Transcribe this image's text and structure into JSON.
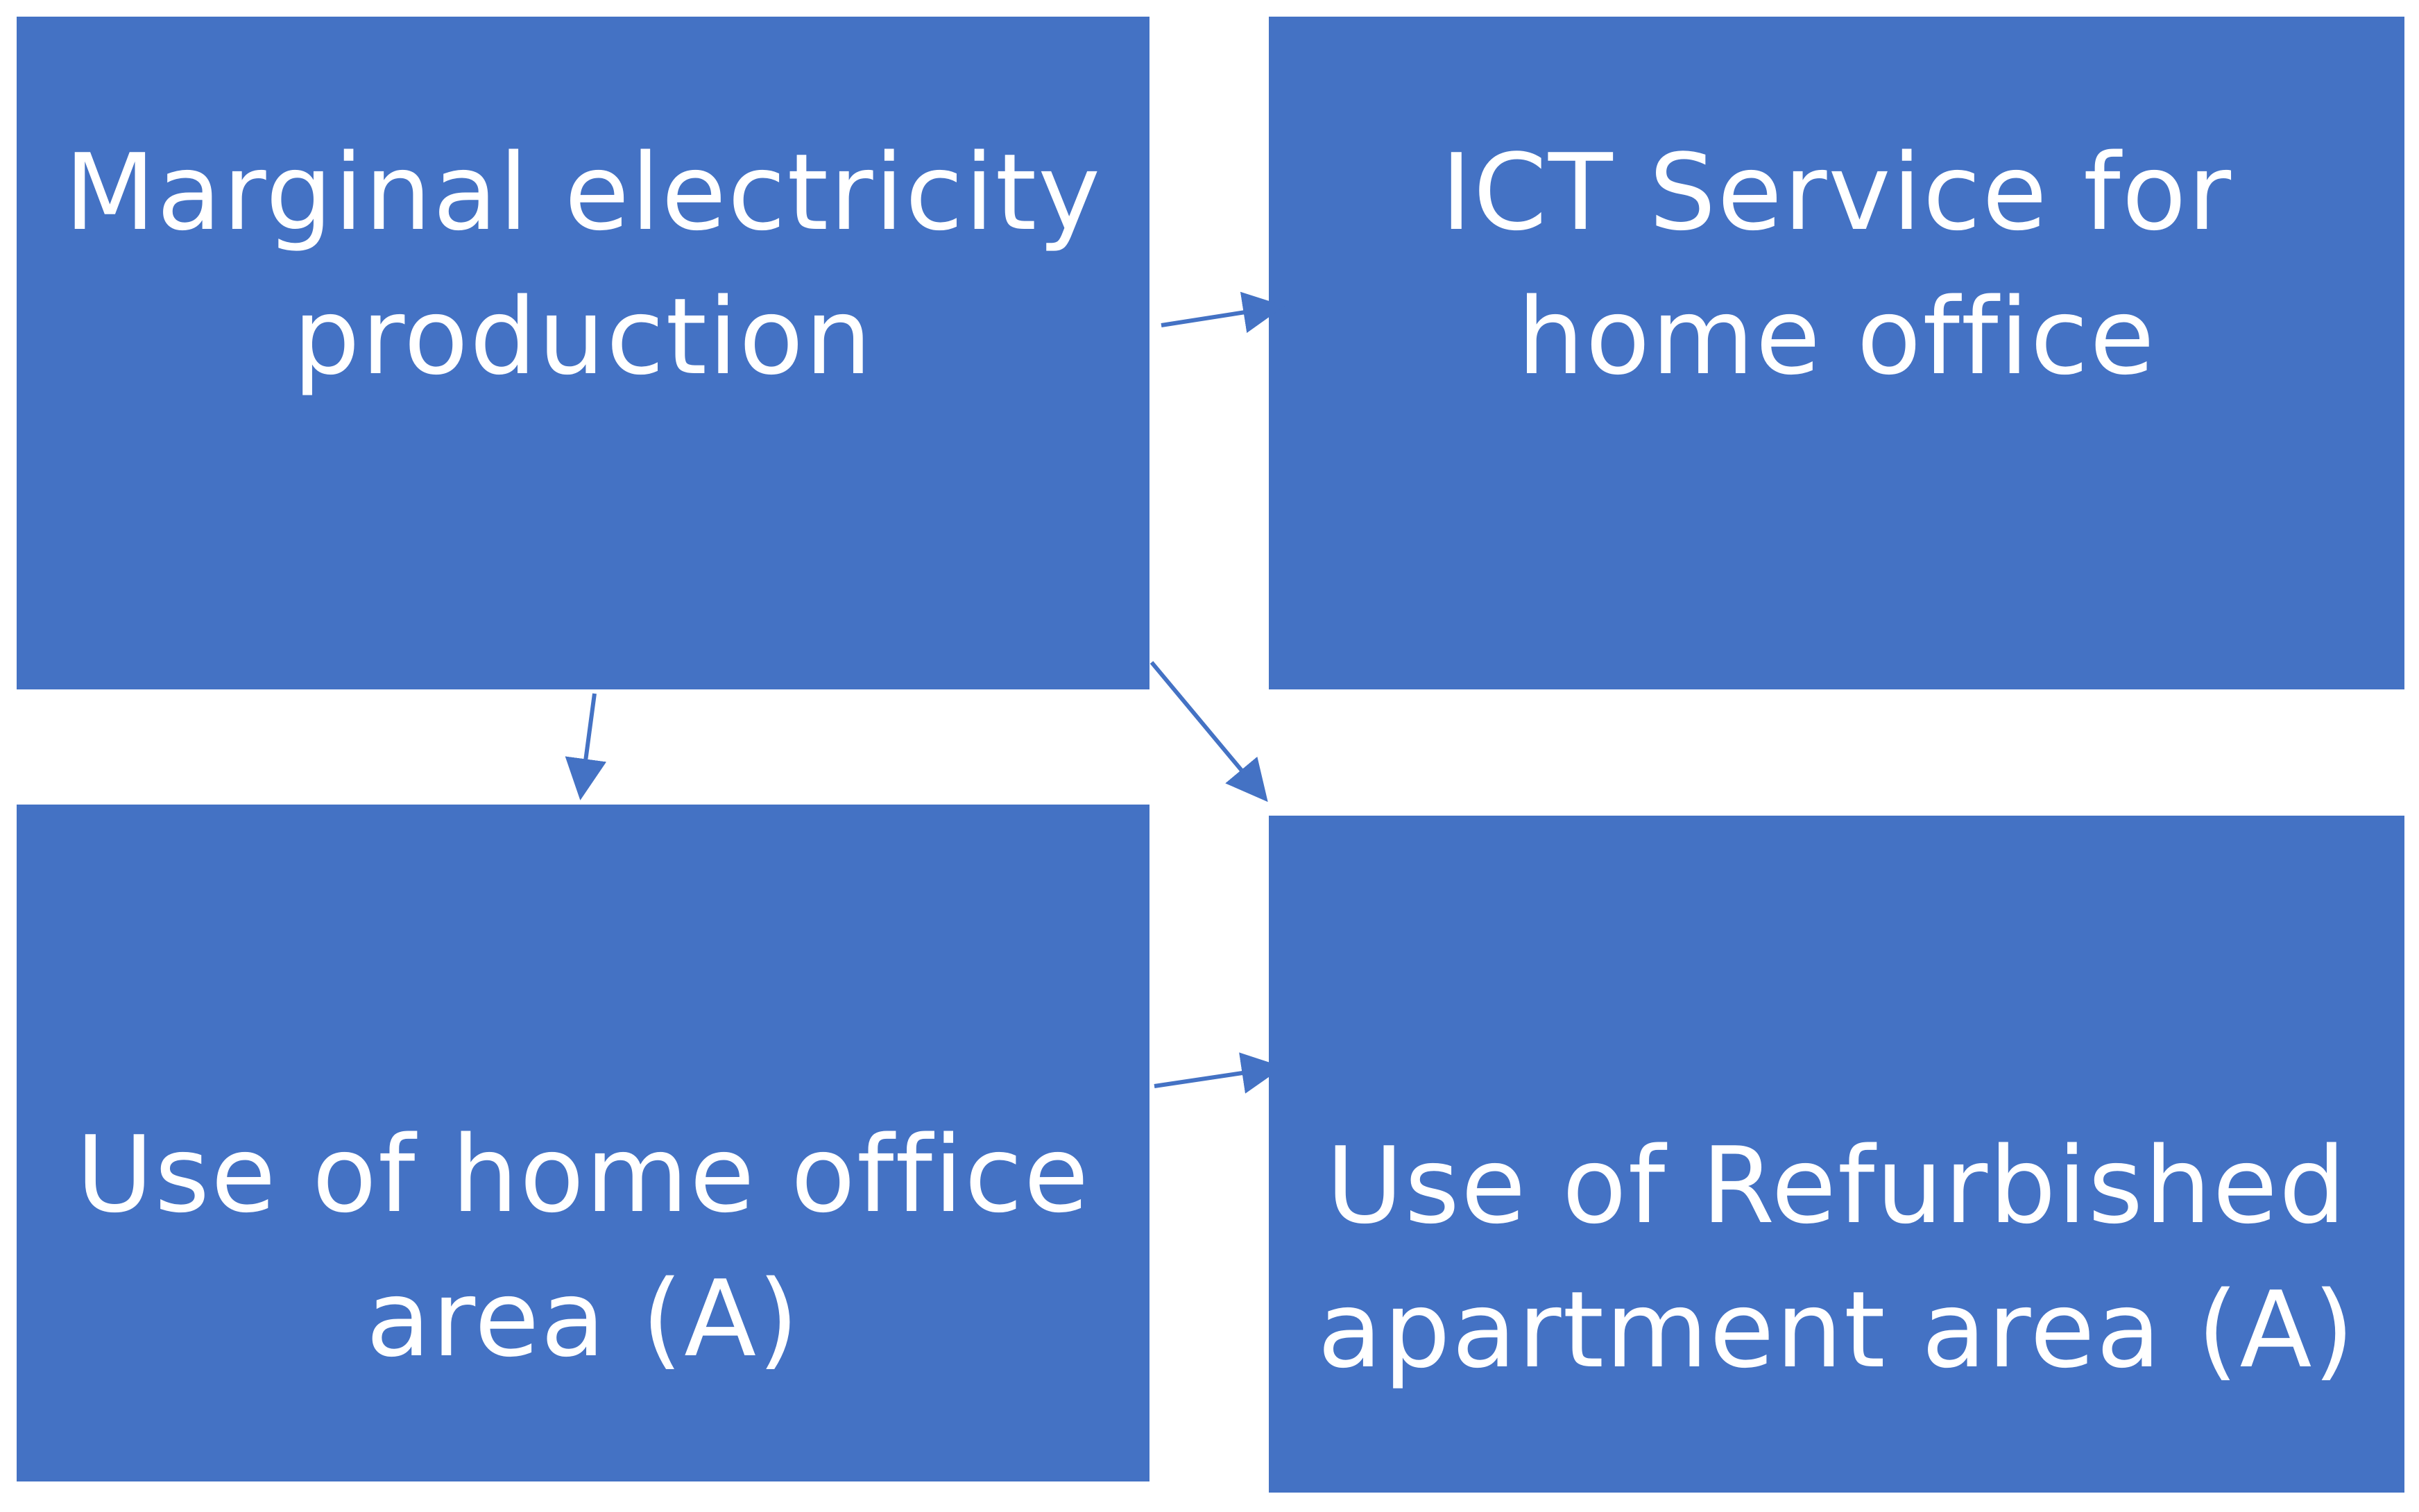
{
  "boxes": {
    "marginal_electricity": {
      "lines": [
        "Marginal electricity",
        "production"
      ]
    },
    "ict_service": {
      "lines": [
        "ICT Service for",
        "home office"
      ]
    },
    "home_office_area": {
      "lines": [
        "Use of home office",
        "area (A)"
      ]
    },
    "refurbished_apartment": {
      "lines": [
        "Use of Refurbished",
        "apartment area (A)"
      ]
    }
  },
  "colors": {
    "box_fill": "#4472c4",
    "box_text": "#ffffff",
    "arrow": "#4472c4"
  }
}
